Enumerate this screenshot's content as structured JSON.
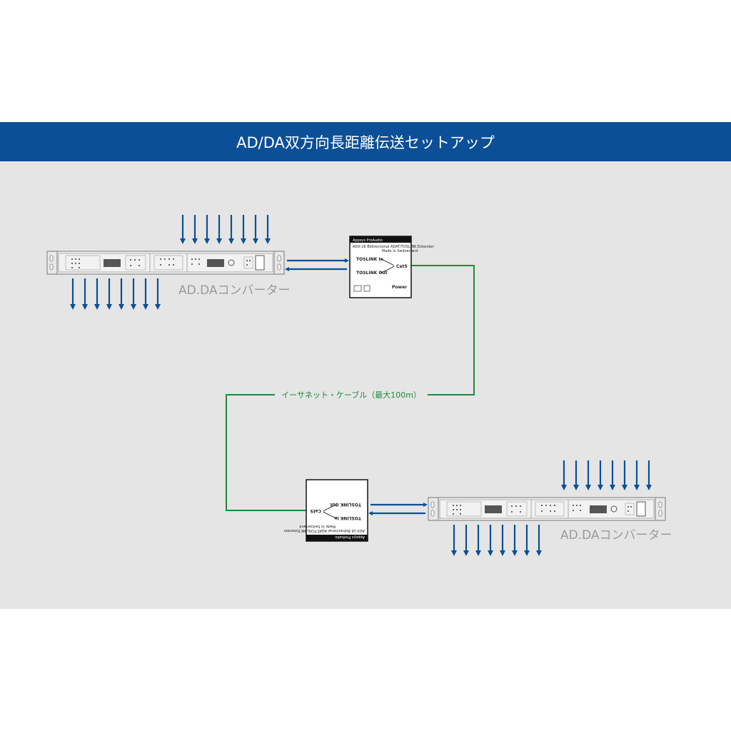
{
  "title": "AD/DA双方向長距離伝送セットアップ",
  "converter_label_top": "AD.DAコンバーター",
  "converter_label_bottom": "AD.DAコンバーター",
  "cable_label": "イーサネット・ケーブル（最大100m）",
  "extender": {
    "brand": "Appsys ProAudio",
    "model": "ADX-16  Bidirectional ADAT/TOSLINK Extender",
    "origin": "Made in Switzerland",
    "port_in": "TOSLINK In",
    "port_out": "TOSLINK Out",
    "port_cat": "Cat5",
    "port_power": "Power"
  },
  "colors": {
    "banner": "#0b4f96",
    "panel": "#e5e5e5",
    "arrow": "#0b4f96",
    "cable": "#1e8a3c"
  }
}
